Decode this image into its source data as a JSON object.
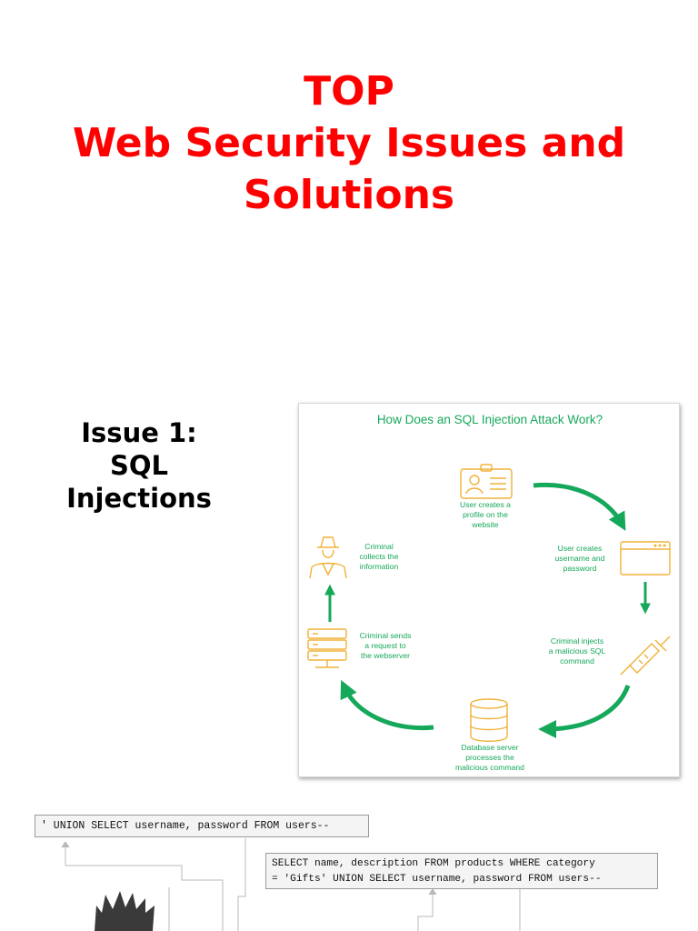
{
  "slide": {
    "title_lines": [
      "TOP",
      "Web Security Issues and",
      "Solutions"
    ],
    "issue_lines": [
      "Issue 1:",
      "SQL",
      "Injections"
    ],
    "title_color": "#ff0000"
  },
  "diagram": {
    "title": "How Does an SQL Injection Attack Work?",
    "accent_color": "#16a85a",
    "icon_color": "#f0b23a",
    "steps": [
      {
        "icon": "id-card-icon",
        "label": "User creates a\nprofile on the\nwebsite"
      },
      {
        "icon": "browser-window-icon",
        "label": "User creates\nusername and\npassword"
      },
      {
        "icon": "syringe-icon",
        "label": "Criminal injects\na malicious SQL\ncommand"
      },
      {
        "icon": "database-icon",
        "label": "Database server\nprocesses the\nmalicious command"
      },
      {
        "icon": "server-rack-icon",
        "label": "Criminal sends\na request to\nthe webserver"
      },
      {
        "icon": "spy-criminal-icon",
        "label": "Criminal\ncollects the\ninformation"
      }
    ]
  },
  "code_example": {
    "injection": "' UNION SELECT username, password FROM users--",
    "query_lines": [
      "SELECT name, description FROM products WHERE category",
      "= 'Gifts' UNION SELECT username, password FROM users--"
    ]
  }
}
